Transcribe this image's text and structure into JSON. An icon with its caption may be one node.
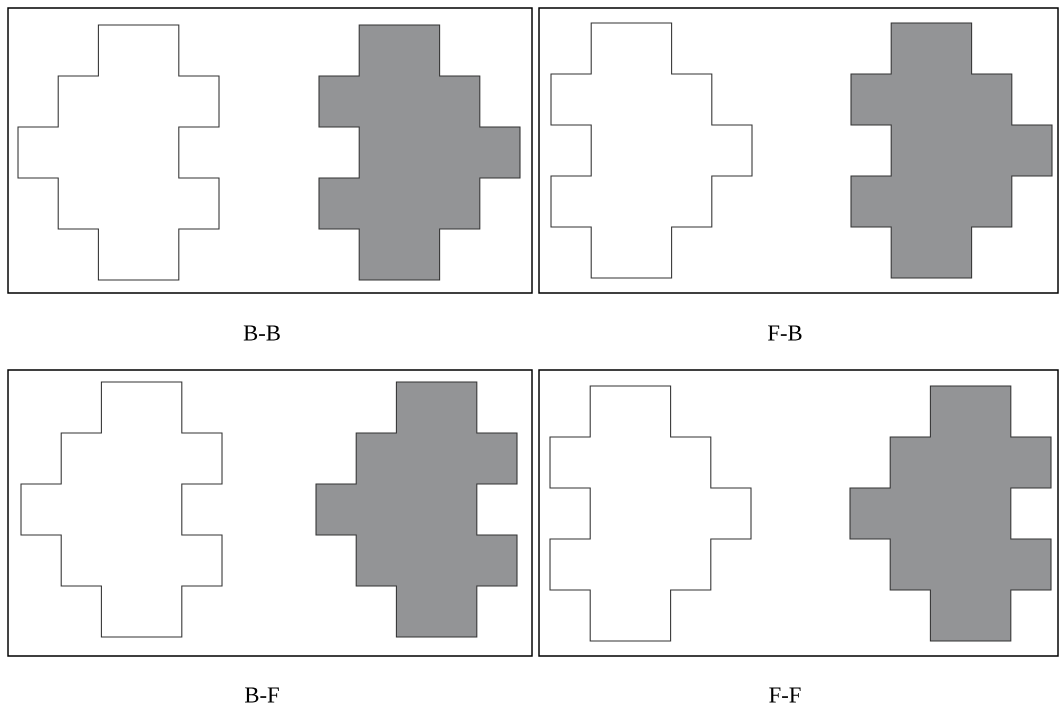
{
  "diagram": {
    "nodes": [
      {
        "text": [
          "B-B"
        ]
      },
      {
        "text": [],
        "shape": "cross",
        "in": 0
      },
      {
        "text": [],
        "shape": "cross",
        "in": 0
      },
      {
        "text": [
          "F-B"
        ]
      },
      {
        "text": [],
        "shape": "cross",
        "in": 3
      },
      {
        "text": [],
        "shape": "cross",
        "in": 3
      },
      {
        "text": [
          "B-F"
        ]
      },
      {
        "text": [],
        "shape": "cross",
        "in": 6
      },
      {
        "text": [],
        "shape": "cross",
        "in": 6
      },
      {
        "text": [
          "F-F"
        ]
      },
      {
        "text": [],
        "shape": "cross",
        "in": 9
      },
      {
        "text": [],
        "shape": "cross",
        "in": 9
      }
    ]
  }
}
